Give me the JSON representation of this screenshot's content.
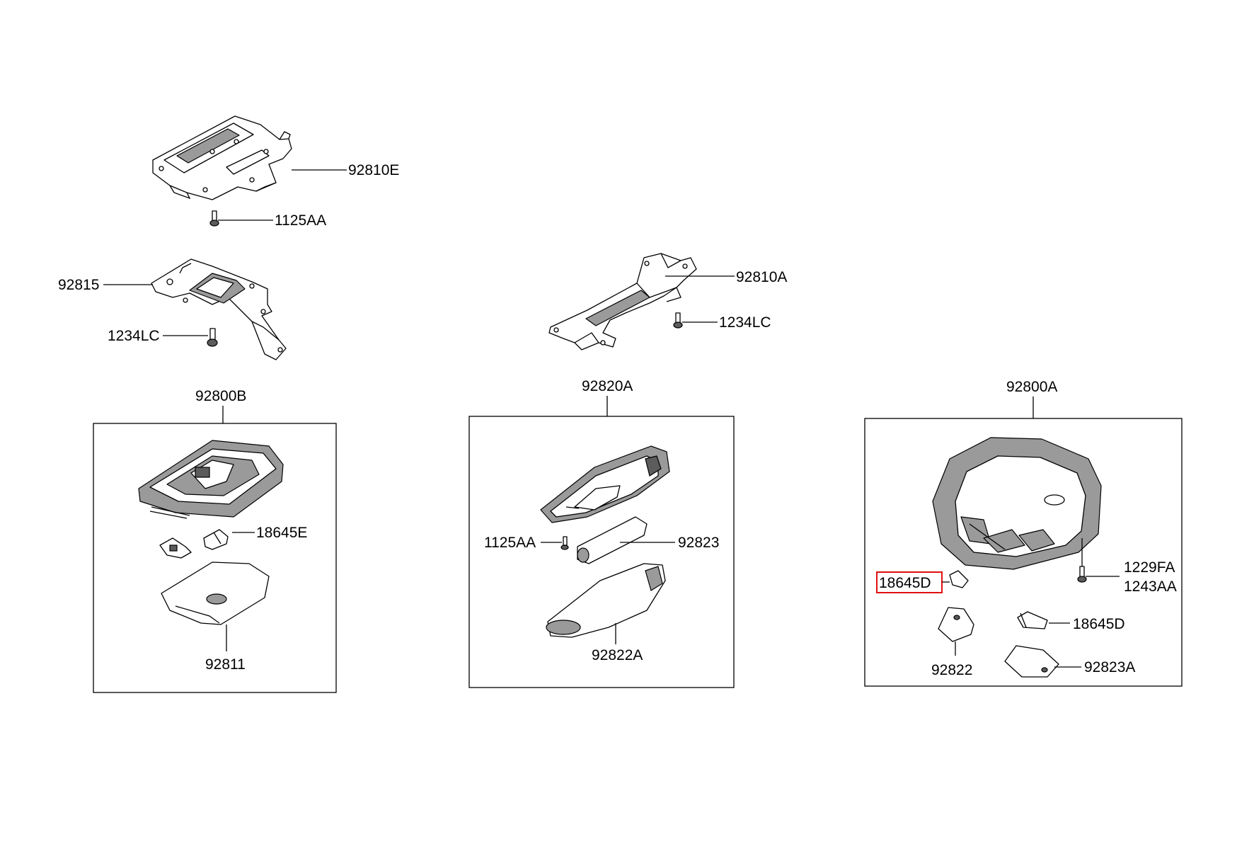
{
  "diagram": {
    "highlight_color": "#e01010",
    "labels": {
      "p92810E": "92810E",
      "p1125AA_top": "1125AA",
      "p92815": "92815",
      "p1234LC_left": "1234LC",
      "p92810A": "92810A",
      "p1234LC_mid": "1234LC",
      "p92800B": "92800B",
      "p18645E": "18645E",
      "p92811": "92811",
      "p92820A": "92820A",
      "p1125AA_mid": "1125AA",
      "p92823": "92823",
      "p92822A": "92822A",
      "p92800A": "92800A",
      "p1229FA": "1229FA",
      "p1243AA": "1243AA",
      "p18645D_highlight": "18645D",
      "p18645D": "18645D",
      "p92822": "92822",
      "p92823A": "92823A"
    }
  }
}
